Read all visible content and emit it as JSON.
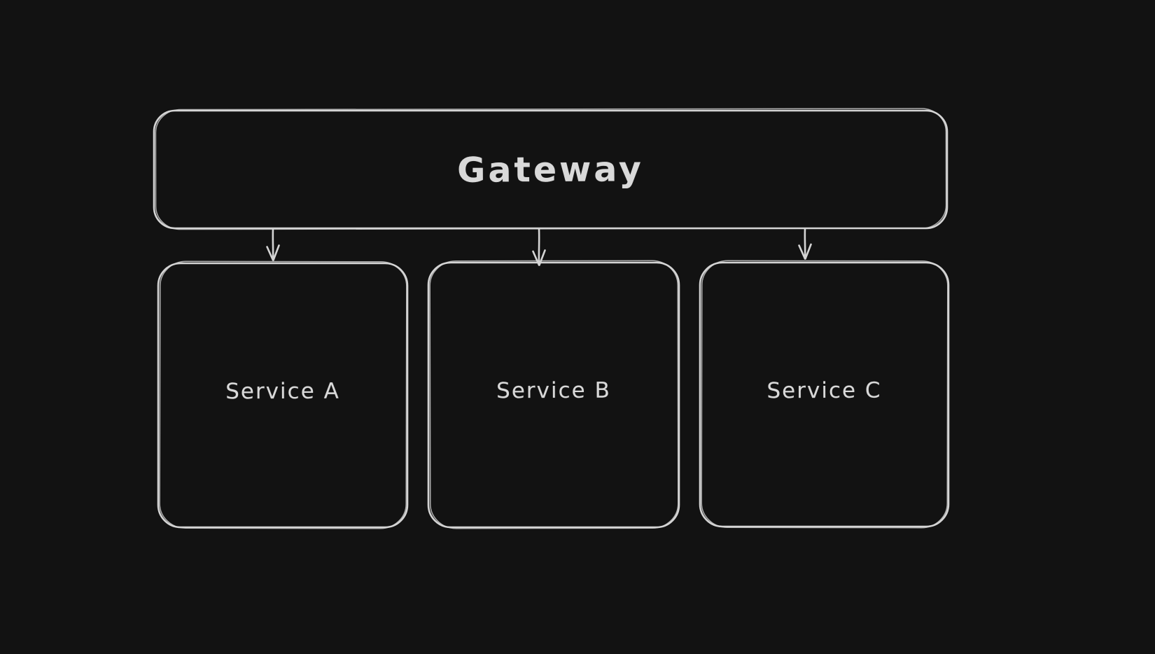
{
  "diagram": {
    "type": "flowchart",
    "style": "hand-drawn-whiteboard",
    "theme": {
      "canvas_bg": "#121212",
      "stroke_color": "#d4d4d4",
      "text_color": "#d9d9d9"
    },
    "nodes": [
      {
        "id": "gateway",
        "label": "Gateway",
        "shape": "rounded-rectangle"
      },
      {
        "id": "service-a",
        "label": "Service A",
        "shape": "rounded-rectangle"
      },
      {
        "id": "service-b",
        "label": "Service B",
        "shape": "rounded-rectangle"
      },
      {
        "id": "service-c",
        "label": "Service C",
        "shape": "rounded-rectangle"
      }
    ],
    "edges": [
      {
        "from": "gateway",
        "to": "service-a",
        "type": "arrow",
        "direction": "down"
      },
      {
        "from": "gateway",
        "to": "service-b",
        "type": "arrow",
        "direction": "down"
      },
      {
        "from": "gateway",
        "to": "service-c",
        "type": "arrow",
        "direction": "down"
      }
    ]
  }
}
